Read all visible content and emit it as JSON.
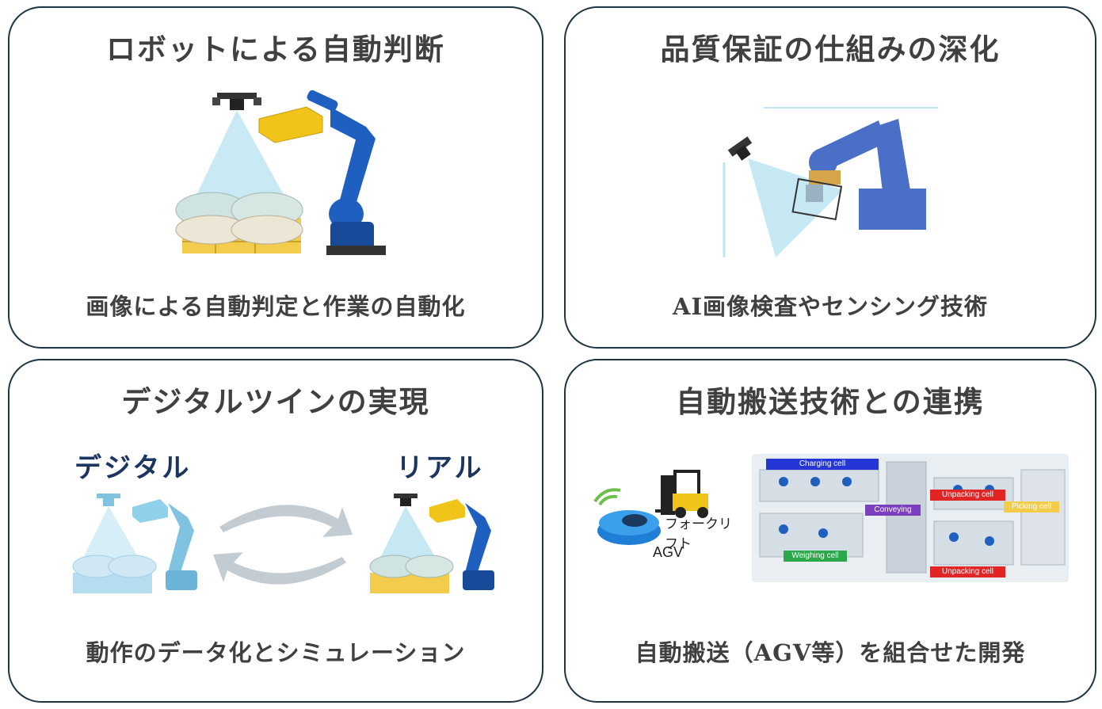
{
  "cards": [
    {
      "title": "ロボットによる自動判断",
      "caption": "画像による自動判定と作業の自動化"
    },
    {
      "title": "品質保証の仕組みの深化",
      "caption": "AI画像検査やセンシング技術"
    },
    {
      "title": "デジタルツインの実現",
      "caption": "動作のデータ化とシミュレーション",
      "left_label": "デジタル",
      "right_label": "リアル"
    },
    {
      "title": "自動搬送技術との連携",
      "caption": "自動搬送（AGV等）を組合せた開発",
      "forklift_label": "フォークリフト",
      "agv_label": "AGV",
      "cells": {
        "charging": "Charging cell",
        "unpacking_top": "Unpacking cell",
        "conveying": "Conveying",
        "picking": "Picking cell",
        "weighing": "Weighing cell",
        "unpacking_bottom": "Unpacking cell"
      }
    }
  ],
  "colors": {
    "border": "#1d3442",
    "robot_blue": "#1f5fbf",
    "sensor_cone": "#bfe6f2",
    "pallet_yellow": "#f2cc4a",
    "box_yellow": "#f0c419"
  }
}
